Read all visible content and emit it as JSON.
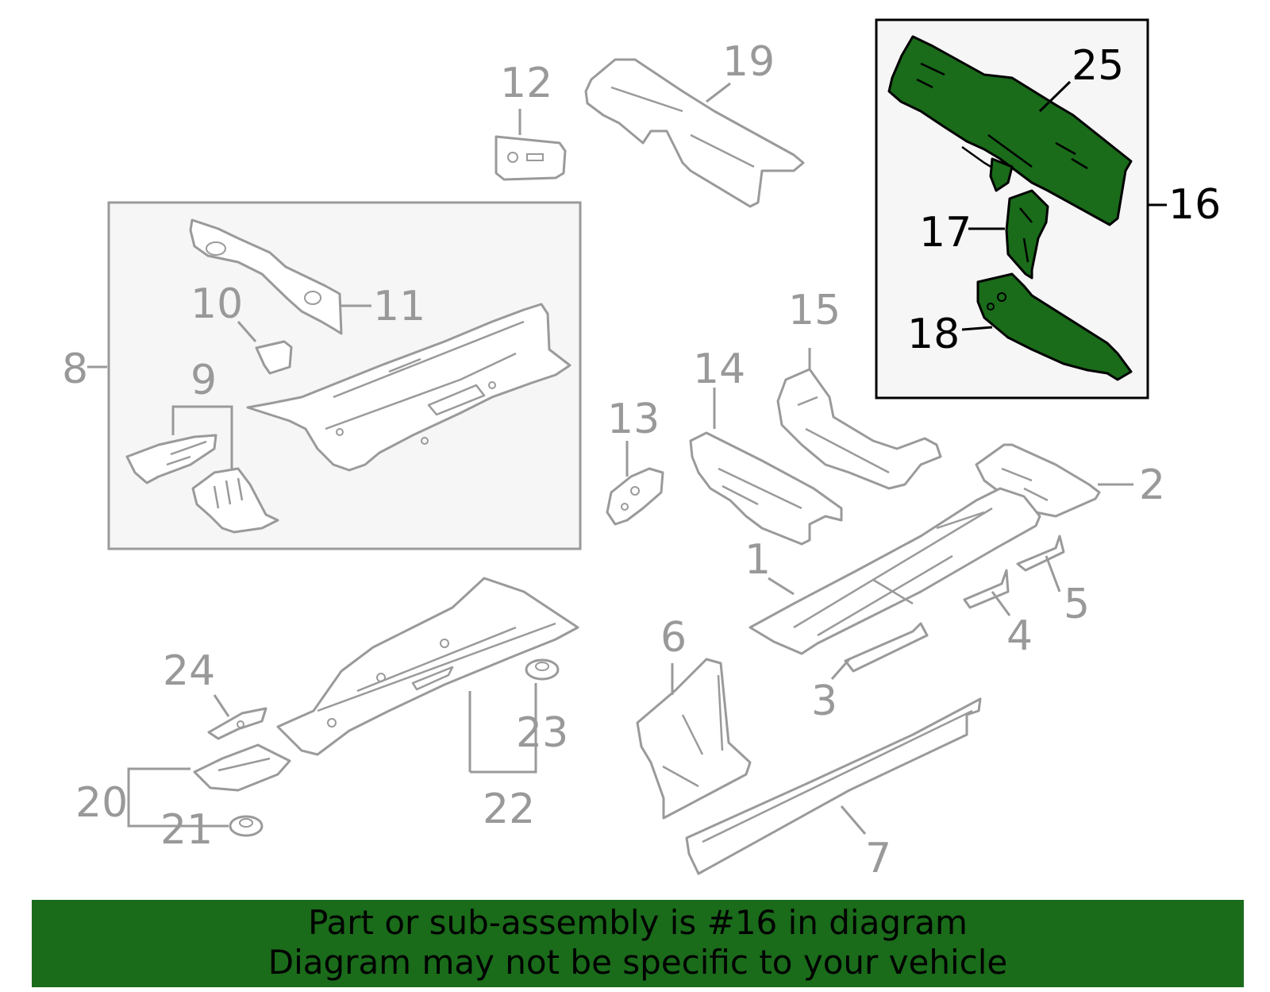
{
  "labels": {
    "l1": "1",
    "l2": "2",
    "l3": "3",
    "l4": "4",
    "l5": "5",
    "l6": "6",
    "l7": "7",
    "l8": "8",
    "l9": "9",
    "l10": "10",
    "l11": "11",
    "l12": "12",
    "l13": "13",
    "l14": "14",
    "l15": "15",
    "l16": "16",
    "l17": "17",
    "l18": "18",
    "l19": "19",
    "l20": "20",
    "l21": "21",
    "l22": "22",
    "l23": "23",
    "l24": "24",
    "l25": "25"
  },
  "banner": {
    "line1": "Part or sub-assembly is #16 in diagram",
    "line2": "Diagram may not be specific to your vehicle"
  },
  "colors": {
    "highlight": "#1a6b1a",
    "outline": "#9a9a9a",
    "inset_bg": "#f6f6f6"
  }
}
